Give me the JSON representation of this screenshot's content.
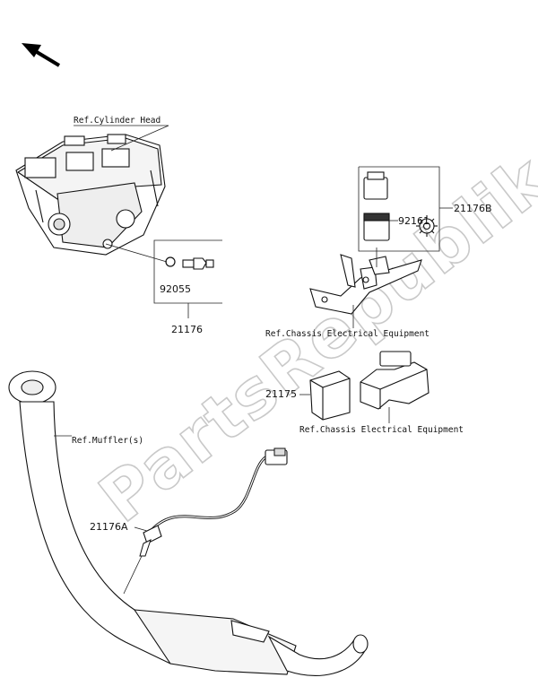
{
  "watermark": "PartsRepublik",
  "labels": {
    "ref_cylinder_head": "Ref.Cylinder Head",
    "part_92055": "92055",
    "part_21176": "21176",
    "part_92161": "92161",
    "part_21176B": "21176B",
    "ref_chassis_1": "Ref.Chassis Electrical Equipment",
    "part_21175": "21175",
    "ref_chassis_2": "Ref.Chassis Electrical Equipment",
    "ref_muffler": "Ref.Muffler(s)",
    "part_21176A": "21176A"
  },
  "icons": {
    "direction": "front-direction-arrow-icon",
    "gear": "gear-icon"
  }
}
